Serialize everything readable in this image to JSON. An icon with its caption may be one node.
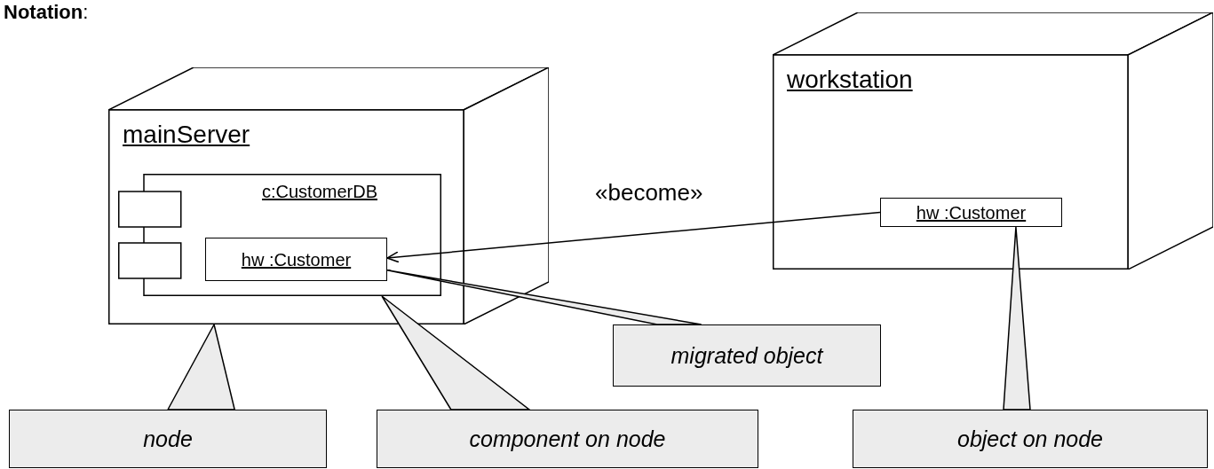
{
  "diagram": {
    "title": "**Notation**:",
    "nodes": [
      {
        "text": [
          "mainServer"
        ]
      },
      {
        "text": [
          "c:CustomerDB"
        ],
        "in": 0
      },
      {
        "text": [
          "hw :Customer"
        ],
        "in": 1
      },
      {
        "text": [
          "workstation"
        ]
      },
      {
        "text": [
          "hw :Customer"
        ],
        "in": 3
      },
      {
        "text": [
          "migrated object"
        ]
      },
      {
        "text": [
          "node"
        ]
      },
      {
        "text": [
          "component on node"
        ]
      },
      {
        "text": [
          "object on node"
        ]
      }
    ],
    "edges": [
      {
        "from": 4,
        "to": 2,
        "arrow": "to",
        "label": "«become»"
      },
      {
        "from": 5,
        "to": 2,
        "arrow": "none"
      },
      {
        "from": 6,
        "to": 0,
        "arrow": "none"
      },
      {
        "from": 7,
        "to": 1,
        "arrow": "none"
      },
      {
        "from": 8,
        "to": 4,
        "arrow": "none"
      }
    ]
  }
}
